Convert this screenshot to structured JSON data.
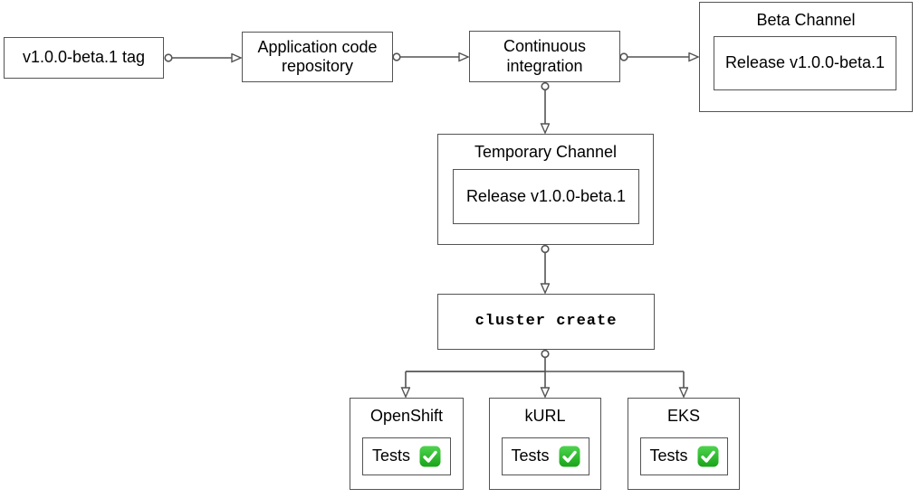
{
  "diagram": {
    "nodes": {
      "tag": {
        "label": "v1.0.0-beta.1 tag"
      },
      "app_repo": {
        "label": "Application code repository"
      },
      "ci": {
        "label": "Continuous integration"
      },
      "beta_channel": {
        "title": "Beta Channel",
        "release_label": "Release v1.0.0-beta.1"
      },
      "temp_channel": {
        "title": "Temporary Channel",
        "release_label": "Release v1.0.0-beta.1"
      },
      "cluster_create": {
        "label": "cluster create"
      }
    },
    "clusters": [
      {
        "title": "OpenShift",
        "tests_label": "Tests",
        "tests_status": "passed"
      },
      {
        "title": "kURL",
        "tests_label": "Tests",
        "tests_status": "passed"
      },
      {
        "title": "EKS",
        "tests_label": "Tests",
        "tests_status": "passed"
      }
    ],
    "edges": [
      {
        "from": "v1.0.0-beta.1 tag",
        "to": "Application code repository"
      },
      {
        "from": "Application code repository",
        "to": "Continuous integration"
      },
      {
        "from": "Continuous integration",
        "to": "Beta Channel"
      },
      {
        "from": "Continuous integration",
        "to": "Temporary Channel"
      },
      {
        "from": "Temporary Channel",
        "to": "cluster create"
      },
      {
        "from": "cluster create",
        "to": "OpenShift"
      },
      {
        "from": "cluster create",
        "to": "kURL"
      },
      {
        "from": "cluster create",
        "to": "EKS"
      }
    ],
    "colors": {
      "border": "#545454",
      "check_green": "#2db32d",
      "check_mark": "#ffffff",
      "background": "#ffffff",
      "text": "#000000"
    }
  }
}
